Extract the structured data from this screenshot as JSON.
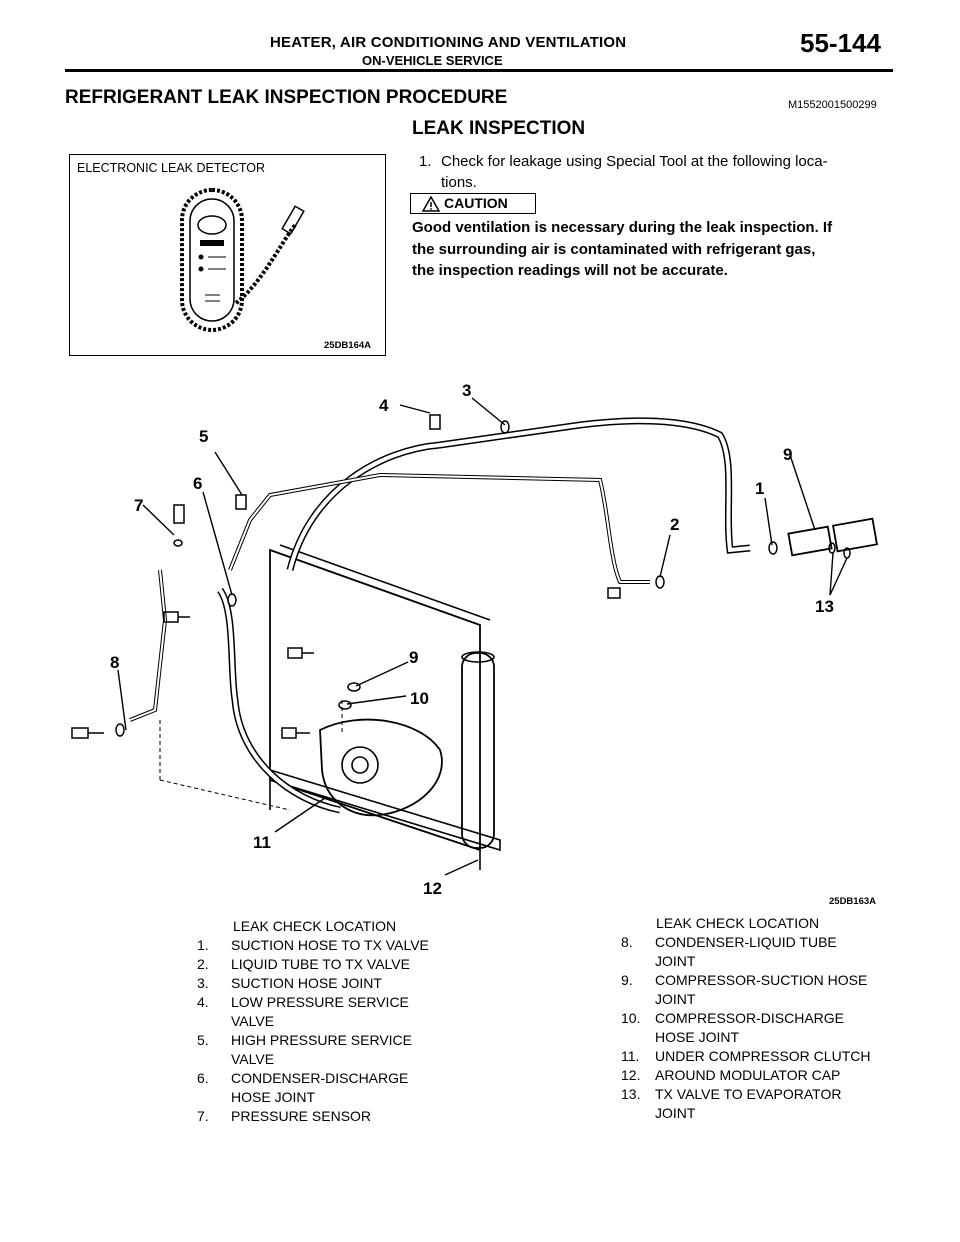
{
  "header": {
    "title": "HEATER, AIR CONDITIONING AND VENTILATION",
    "subtitle": "ON-VEHICLE SERVICE",
    "page": "55-144"
  },
  "section": {
    "title": "REFRIGERANT LEAK INSPECTION PROCEDURE",
    "code": "M1552001500299"
  },
  "subsection": {
    "title": "LEAK INSPECTION"
  },
  "detector_figure": {
    "label": "ELECTRONIC LEAK DETECTOR",
    "code": "25DB164A"
  },
  "step": {
    "number": "1.",
    "line1": "Check for leakage using Special Tool  at the following loca-",
    "line2": "tions."
  },
  "caution": {
    "label": "CAUTION",
    "lines": [
      "Good ventilation is necessary during the leak inspection. If",
      "the surrounding air is contaminated with refrigerant gas,",
      "the inspection readings will not be accurate."
    ]
  },
  "diagram": {
    "code": "25DB163A",
    "callouts": [
      "3",
      "4",
      "5",
      "9",
      "6",
      "1",
      "7",
      "2",
      "13",
      "8",
      "9",
      "10",
      "11",
      "12"
    ]
  },
  "legend_left": {
    "heading": "LEAK CHECK LOCATION",
    "rows": [
      {
        "num": "1.",
        "lines": [
          "SUCTION HOSE TO TX VALVE"
        ]
      },
      {
        "num": "2.",
        "lines": [
          "LIQUID TUBE TO TX VALVE"
        ]
      },
      {
        "num": "3.",
        "lines": [
          "SUCTION HOSE JOINT"
        ]
      },
      {
        "num": "4.",
        "lines": [
          "LOW PRESSURE SERVICE",
          "VALVE"
        ]
      },
      {
        "num": "5.",
        "lines": [
          "HIGH PRESSURE SERVICE",
          "VALVE"
        ]
      },
      {
        "num": "6.",
        "lines": [
          "CONDENSER-DISCHARGE",
          "HOSE JOINT"
        ]
      },
      {
        "num": "7.",
        "lines": [
          "PRESSURE SENSOR"
        ]
      }
    ]
  },
  "legend_right": {
    "heading": "LEAK CHECK LOCATION",
    "rows": [
      {
        "num": "8.",
        "lines": [
          "CONDENSER-LIQUID TUBE",
          "JOINT"
        ]
      },
      {
        "num": "9.",
        "lines": [
          "COMPRESSOR-SUCTION HOSE",
          "JOINT"
        ]
      },
      {
        "num": "10.",
        "lines": [
          "COMPRESSOR-DISCHARGE",
          "HOSE JOINT"
        ]
      },
      {
        "num": "11.",
        "lines": [
          "UNDER COMPRESSOR CLUTCH"
        ]
      },
      {
        "num": "12.",
        "lines": [
          "AROUND MODULATOR CAP"
        ]
      },
      {
        "num": "13.",
        "lines": [
          "TX VALVE TO EVAPORATOR",
          "JOINT"
        ]
      }
    ]
  }
}
